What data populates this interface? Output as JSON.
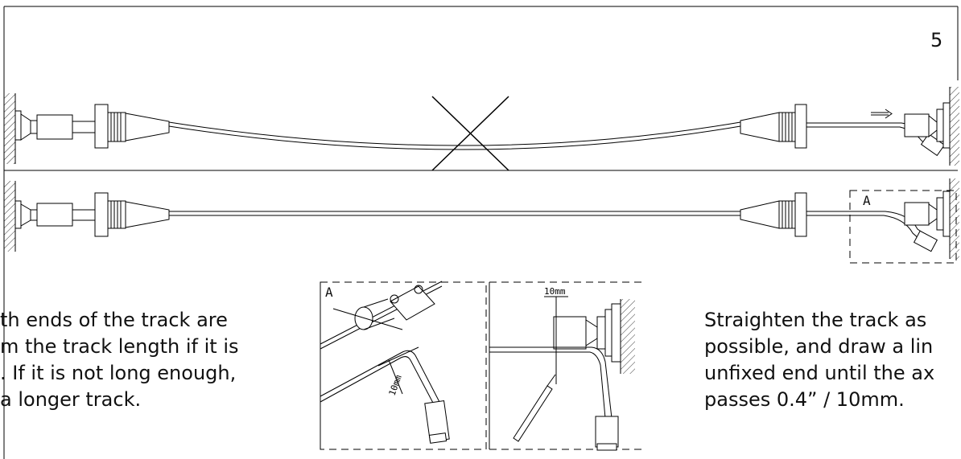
{
  "page_number": "5",
  "detail_label": "A",
  "measure_label": "10mm",
  "left_caption": {
    "line1": "th ends of the track are",
    "line2": "m the track length if it is",
    "line3": ". If it is not long enough,",
    "line4": "a longer track."
  },
  "right_caption": {
    "line1": "Straighten the track as",
    "line2": "possible, and draw a lin",
    "line3": "unfixed end until the ax",
    "line4": "passes 0.4” / 10mm."
  }
}
